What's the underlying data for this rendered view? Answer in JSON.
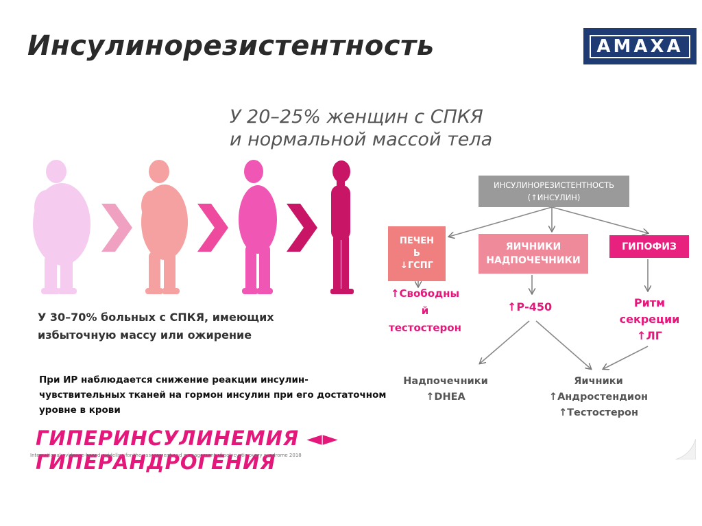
{
  "title": "Инсулинорезистентность",
  "logo_text": "AMAXA",
  "subtitle": {
    "line1": "У 20–25% женщин с СПКЯ",
    "line2": "и нормальной массой тела"
  },
  "figures": {
    "colors": [
      "#f5ccf0",
      "#f5a1a1",
      "#f056b3",
      "#c81565"
    ],
    "chevron_colors": [
      "#f0a0c0",
      "#ee4a9e",
      "#c81565"
    ]
  },
  "caption_obesity": {
    "line1": "У 30–70% больных с СПКЯ, имеющих",
    "line2": "избыточную массу или ожирение"
  },
  "caption_ir": {
    "line1": "При ИР наблюдается снижение реакции инсулин-",
    "line2": "чувствительных тканей на гормон инсулин при его достаточном",
    "line3": "уровне в крови"
  },
  "hyperinsulinemia": "ГИПЕРИНСУЛИНЕМИЯ ◄►",
  "hyperandrogenia": "ГИПЕРАНДРОГЕНИЯ",
  "citation": "International evidence-based guideline for the assessment and management of polycystic ovary syndrome 2018",
  "diagram": {
    "ir_box": {
      "line1": "ИНСУЛИНОРЕЗИСТЕНТНОСТЬ",
      "line2": "(↑ИНСУЛИН)"
    },
    "liver_box": {
      "line1": "ПЕЧЕН",
      "line2": "Ь",
      "line3": "↓ГСПГ"
    },
    "ovaries_box": {
      "line1": "ЯИЧНИКИ",
      "line2": "НАДПОЧЕЧНИКИ"
    },
    "pituitary_box": {
      "label": "ГИПОФИЗ"
    },
    "free_testosterone": {
      "line1": "↑Свободны",
      "line2": "й",
      "line3": "тестостерон"
    },
    "p450": "↑Р-450",
    "lh_rhythm": {
      "line1": "Ритм",
      "line2": "секреции",
      "line3": "↑ЛГ"
    },
    "adrenal_result": {
      "line1": "Надпочечники",
      "line2": "↑DHEA"
    },
    "ovaries_result": {
      "line1": "Яичники",
      "line2": "↑Андростендион",
      "line3": "↑Тестостерон"
    }
  },
  "colors": {
    "accent_pink": "#e4177a",
    "ir_box_gray": "#9a9a9a",
    "logo_navy": "#1f3b73"
  }
}
